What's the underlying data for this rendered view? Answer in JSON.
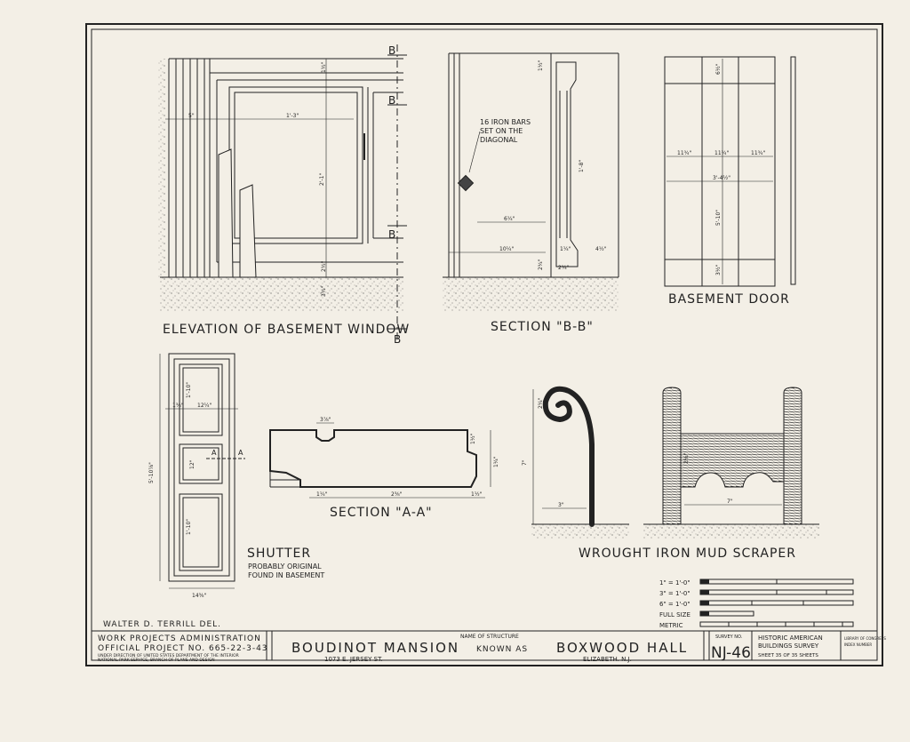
{
  "drawings": {
    "elevation_window": {
      "caption": "ELEVATION OF BASEMENT WINDOW",
      "section_marks": [
        "B",
        "B",
        "B",
        "B"
      ],
      "dims": [
        "5\"",
        "1'-3\"",
        "2'-1\"",
        "1½\"",
        "3½\"",
        "2½\""
      ]
    },
    "section_bb": {
      "caption": "SECTION \"B-B\"",
      "note": [
        "16 IRON BARS",
        "SET ON THE",
        "DIAGONAL"
      ],
      "dims": [
        "6¼\"",
        "10¼\"",
        "1'-8\"",
        "4½\"",
        "2¼\"",
        "1½\"",
        "1¼\"",
        "2¾\""
      ]
    },
    "basement_door": {
      "caption": "BASEMENT DOOR",
      "dims": [
        "11¾\"",
        "11¾\"",
        "11¾\"",
        "3'-4½\"",
        "5'-10\"",
        "6½\"",
        "3½\""
      ]
    },
    "shutter": {
      "caption": "SHUTTER",
      "notes": [
        "PROBABLY ORIGINAL",
        "FOUND IN BASEMENT"
      ],
      "dims": [
        "1'-10\"",
        "12\"",
        "1'-10\"",
        "12¼\"",
        "5'-10⅞\"",
        "1⅜\"",
        "14⅜\""
      ],
      "section_marks": [
        "A",
        "A"
      ]
    },
    "section_aa": {
      "caption": "SECTION \"A-A\"",
      "dims": [
        "3⅞\"",
        "1¼\"",
        "1¼\"",
        "1½\"",
        "2⅜\"",
        "1½\""
      ]
    },
    "mud_scraper": {
      "caption": "WROUGHT IRON MUD SCRAPER",
      "dims": [
        "2¼\"",
        "7\"",
        "3\"",
        "7\"",
        "2½\""
      ]
    }
  },
  "scales": [
    "1\" = 1'-0\"",
    "3\" = 1'-0\"",
    "6\" = 1'-0\"",
    "FULL SIZE",
    "METRIC"
  ],
  "delineator": "WALTER D. TERRILL DEL.",
  "title_block": {
    "agency_line1": "WORK PROJECTS ADMINISTRATION",
    "agency_line2": "OFFICIAL PROJECT NO. 665-22-3-43",
    "agency_line3": "UNDER DIRECTION OF UNITED STATES DEPARTMENT OF THE INTERIOR",
    "agency_line4": "NATIONAL PARK SERVICE, BRANCH OF PLANS AND DESIGN",
    "name_label": "NAME OF STRUCTURE",
    "structure_name": "BOUDINOT MANSION",
    "known_as": "KNOWN AS",
    "alt_name": "BOXWOOD HALL",
    "address": "1073 E. JERSEY ST.",
    "city": "ELIZABETH. N.J.",
    "survey_label": "SURVEY NO.",
    "survey_no": "NJ-46",
    "habs1": "HISTORIC AMERICAN",
    "habs2": "BUILDINGS SURVEY",
    "sheet": "SHEET 35 OF 35 SHEETS",
    "lib1": "LIBRARY OF CONGRESS",
    "lib2": "INDEX NUMBER"
  }
}
